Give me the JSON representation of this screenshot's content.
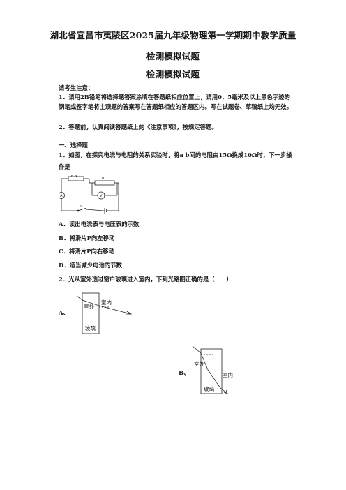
{
  "header": {
    "title_line1": "湖北省宜昌市夷陵区2025届九年级物理第一学期期中教学质量",
    "title_line2": "检测模拟试题",
    "title_line3": "检测模拟试题"
  },
  "notice": {
    "heading": "请考生注意：",
    "item1": "1．请用2B铅笔将选择题答案涂填在答题纸相应位置上，请用0．5毫米及以上黑色字迹的钢笔或签字笔将主观题的答案写在答题纸相应的答题区内。写在试题卷、草稿纸上均无效。",
    "item2": "2．答题前，认真阅读答题纸上的《注意事项》，按规定答题。"
  },
  "section1": {
    "heading": "一、选择题"
  },
  "q1": {
    "stem": "1．如图，在探究电流与电阻的关系实验时，将a b间的电阻由15Ω换成10Ω时，下一步操作是",
    "circuit_labels": {
      "rheostat": "P",
      "resistor": "R",
      "ammeter": "A",
      "voltmeter": "V",
      "switch": "S"
    },
    "options": [
      "A．读出电流表与电压表的示数",
      "B．将滑片P向左移动",
      "C．将滑片P向右移动",
      "D．适当减少电池的节数"
    ]
  },
  "q2": {
    "stem": "2．光从室外透过窗户玻璃进入室内，下列光路图正确的是（　　）",
    "optionA": {
      "letter": "A、",
      "outside": "室外",
      "inside": "室内",
      "glass": "玻璃"
    },
    "optionB": {
      "letter": "B、",
      "outside": "室外",
      "inside": "室内",
      "glass": "玻璃"
    }
  }
}
